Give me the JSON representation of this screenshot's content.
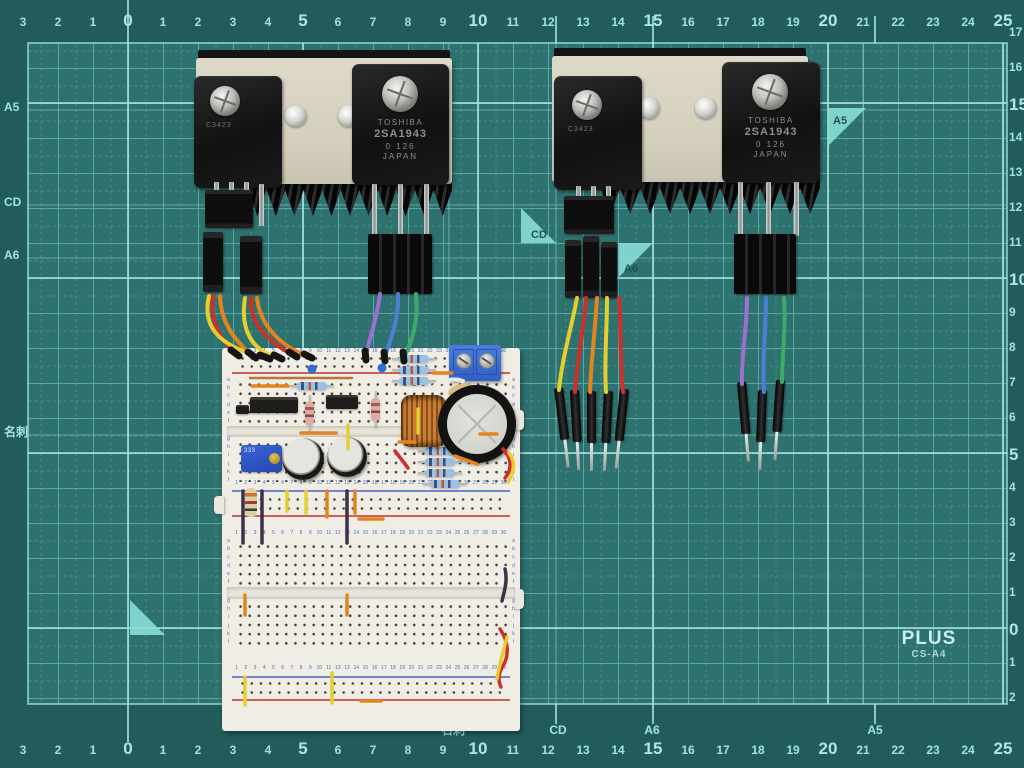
{
  "scene": {
    "description": "Prototype amplifier breadboard wired to two heatsink assemblies, each carrying a driver transistor and a TOSHIBA 2SA1943 power transistor, photographed on a PLUS CS-A4 cutting mat"
  },
  "mat": {
    "brand": "PLUS",
    "model": "CS-A4",
    "top_ruler": [
      "3",
      "2",
      "1",
      "0",
      "1",
      "2",
      "3",
      "4",
      "5",
      "6",
      "7",
      "8",
      "9",
      "10",
      "11",
      "12",
      "13",
      "14",
      "15",
      "16",
      "17",
      "18",
      "19",
      "20",
      "21",
      "22",
      "23",
      "24",
      "25"
    ],
    "bottom_ruler": [
      "3",
      "2",
      "1",
      "0",
      "1",
      "2",
      "3",
      "4",
      "5",
      "6",
      "7",
      "8",
      "9",
      "10",
      "11",
      "12",
      "13",
      "14",
      "15",
      "16",
      "17",
      "18",
      "19",
      "20",
      "21",
      "22",
      "23",
      "24",
      "25"
    ],
    "right_ruler": [
      "17",
      "16",
      "15",
      "14",
      "13",
      "12",
      "11",
      "10",
      "9",
      "8",
      "7",
      "6",
      "5",
      "4",
      "3",
      "2",
      "1",
      "0",
      "1",
      "2"
    ],
    "left_edge_labels": [
      "A5",
      "CD",
      "A6",
      "名刺"
    ],
    "bottom_edge_labels": [
      "名刺",
      "CD",
      "A6",
      "A5"
    ],
    "corner_markers": [
      "CD",
      "A6",
      "A5"
    ]
  },
  "heatsinks": {
    "left": {
      "driver_marking": "C3423",
      "power": {
        "brand": "TOSHIBA",
        "part": "2SA1943",
        "date_code": "0  126",
        "origin": "JAPAN"
      }
    },
    "right": {
      "driver_marking": "C3423",
      "power": {
        "brand": "TOSHIBA",
        "part": "2SA1943",
        "date_code": "0  126",
        "origin": "JAPAN"
      }
    }
  },
  "breadboard": {
    "columns": [
      "1",
      "2",
      "3",
      "4",
      "5",
      "6",
      "7",
      "8",
      "9",
      "10",
      "11",
      "12",
      "13",
      "14",
      "15",
      "16",
      "17",
      "18",
      "19",
      "20",
      "21",
      "22",
      "23",
      "24",
      "25",
      "26",
      "27",
      "28",
      "29",
      "30"
    ],
    "row_letters": [
      "a",
      "b",
      "c",
      "d",
      "e",
      "f",
      "g",
      "h",
      "i",
      "j",
      "k",
      "l"
    ],
    "trimmer_marking": "333"
  },
  "colors": {
    "mat_base": "#2e7270",
    "mat_margin": "#215c5b",
    "grid_line": "#7ed2cb",
    "grid_bright": "#aae9e3",
    "mat_label": "#9fe3dd",
    "board": "#f0ede5",
    "rail_red": "#c64747",
    "rail_blue": "#4a62c2",
    "number_blue": "#4a6fc0",
    "plate": "#d8d3c1",
    "copper": "#b5763a",
    "terminal_blue": "#3a6fd8",
    "wire_red": "#cf2f2a",
    "wire_orange": "#e2851f",
    "wire_yellow": "#e4cf2e",
    "wire_purple": "#9a70d0",
    "wire_blue": "#4a7fd4",
    "wire_green": "#3fa968"
  }
}
